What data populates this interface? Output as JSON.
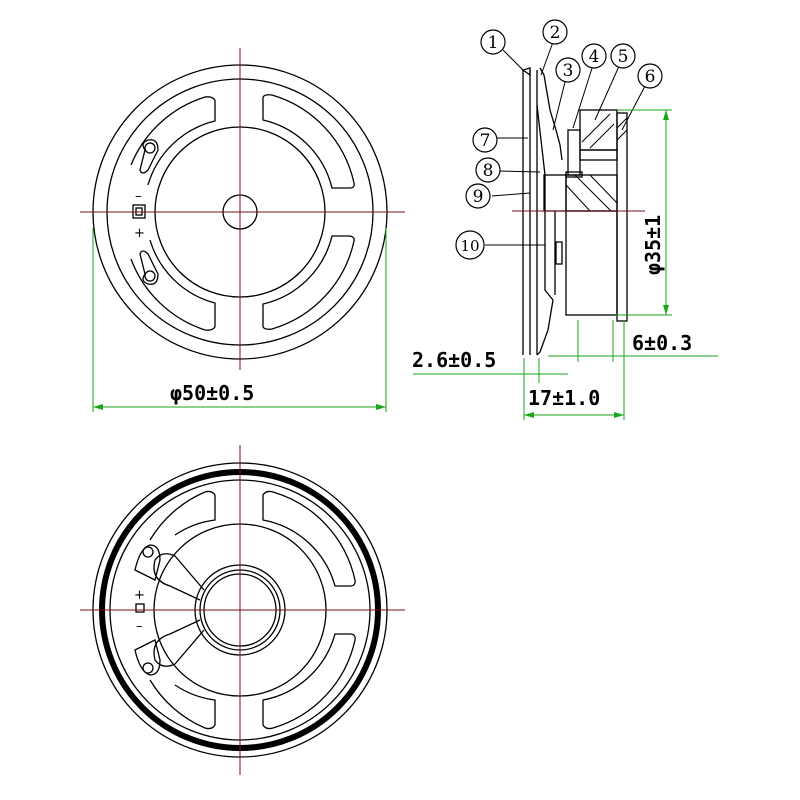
{
  "drawing": {
    "title": "Speaker outline drawing",
    "views": [
      "front-view",
      "side-section-view",
      "rear-view"
    ]
  },
  "front_view": {
    "polarity_minus": "–",
    "polarity_plus": "+",
    "diameter_label": "φ50±0.5"
  },
  "side_view": {
    "callouts": [
      {
        "num": "1"
      },
      {
        "num": "2"
      },
      {
        "num": "3"
      },
      {
        "num": "4"
      },
      {
        "num": "5"
      },
      {
        "num": "6"
      },
      {
        "num": "7"
      },
      {
        "num": "8"
      },
      {
        "num": "9"
      },
      {
        "num": "10"
      }
    ],
    "dim_height": "φ35±1",
    "dim_magnet": "6±0.3",
    "dim_front": "2.6±0.5",
    "dim_depth": "17±1.0"
  },
  "rear_view": {
    "polarity_plus": "+",
    "polarity_minus": "–"
  },
  "colors": {
    "line": "#000000",
    "centerline": "#7a1020",
    "dimension": "#1aa51a"
  }
}
